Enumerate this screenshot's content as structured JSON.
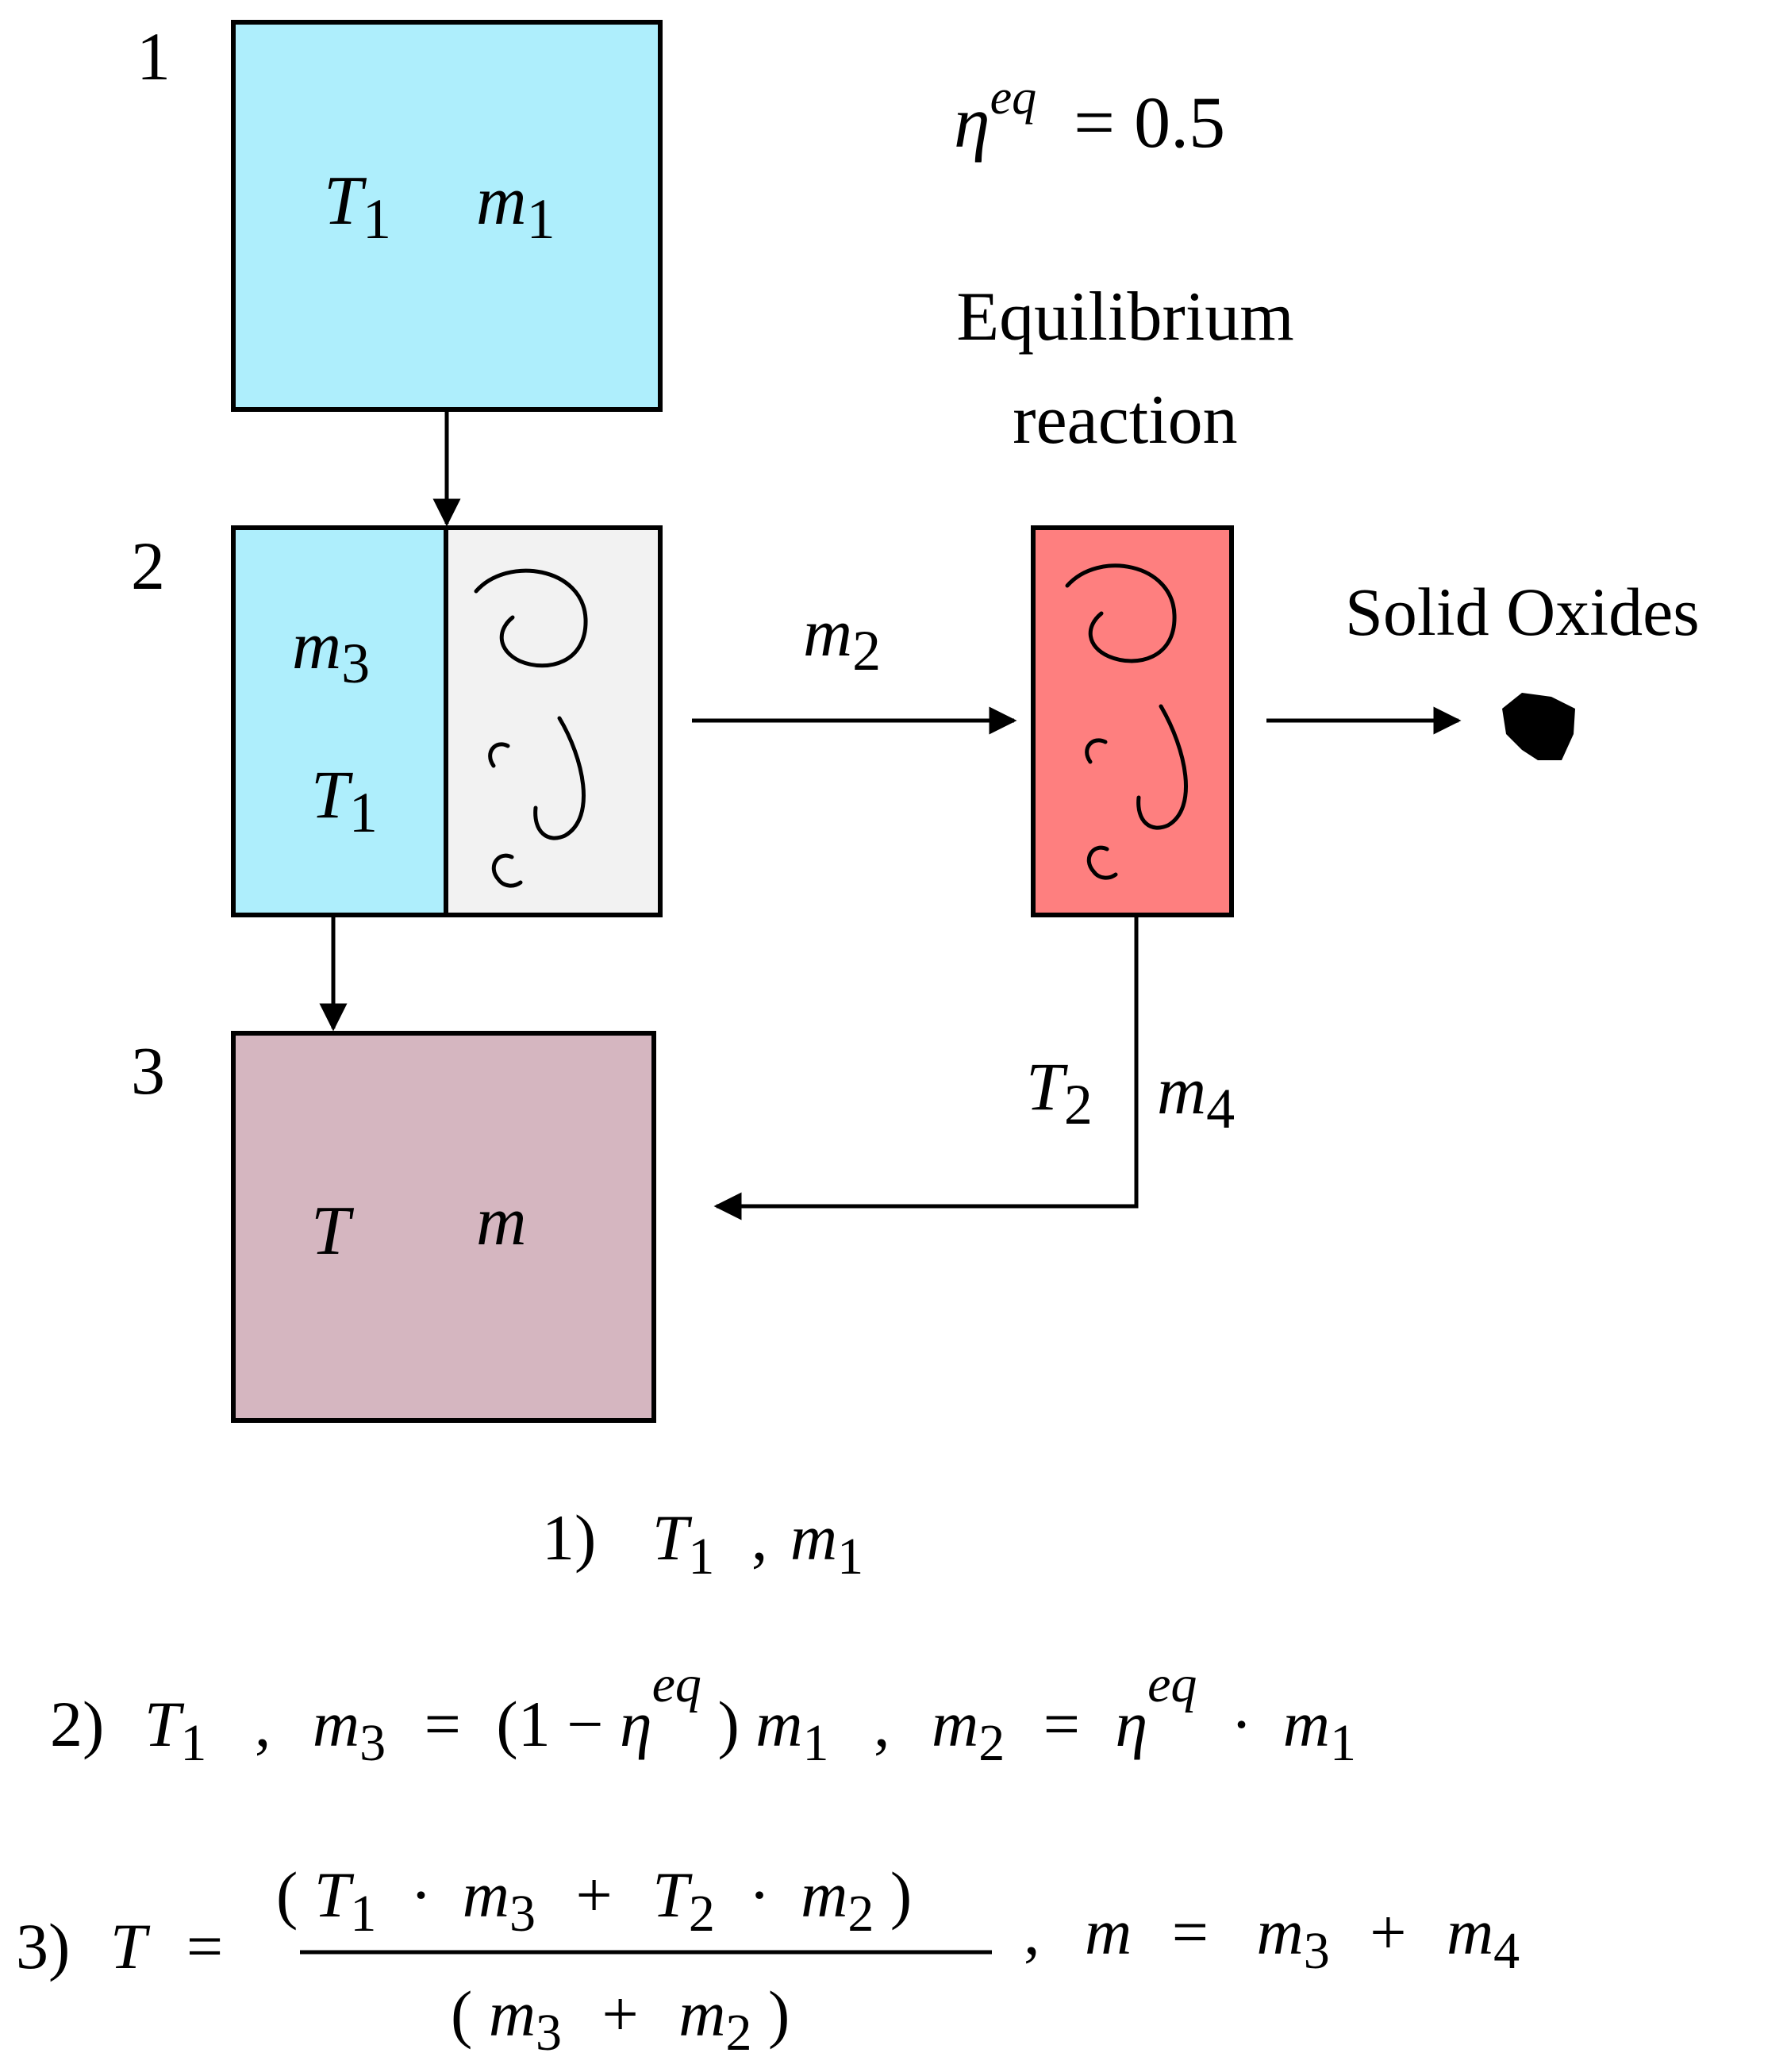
{
  "labels": {
    "step1": "1",
    "step2": "2",
    "step3": "3",
    "eta_symbol": "η",
    "eta_sup": "eq",
    "eta_eq": "=",
    "eta_value": "0.5",
    "equilibrium_line1": "Equilibrium",
    "equilibrium_line2": "reaction",
    "solid_oxides": "Solid Oxides"
  },
  "box1": {
    "T": "T",
    "T_sub": "1",
    "m": "m",
    "m_sub": "1"
  },
  "box2": {
    "m": "m",
    "m_sub": "3",
    "T": "T",
    "T_sub": "1"
  },
  "box3": {
    "T": "T",
    "m": "m"
  },
  "flow_m2": {
    "m": "m",
    "sub": "2"
  },
  "flow_T2m4": {
    "T": "T",
    "T_sub": "2",
    "m": "m",
    "m_sub": "4"
  },
  "equations": {
    "eq1": {
      "num": "1)",
      "a": "T",
      "a_sub": "1",
      "comma": ",",
      "b": "m",
      "b_sub": "1"
    },
    "eq2": {
      "num": "2)",
      "T": "T",
      "T_sub": "1",
      "c1": ",",
      "m3": "m",
      "m3_sub": "3",
      "eq": "=",
      "open": "(1 − ",
      "eta": "η",
      "eta_sup": "eq",
      "close": ")",
      "m1": "m",
      "m1_sub": "1",
      "c2": ",",
      "m2": "m",
      "m2_sub": "2",
      "eq2": "=",
      "eta2": "η",
      "eta2_sup": "eq",
      "dot": "·",
      "m1b": "m",
      "m1b_sub": "1"
    },
    "eq3": {
      "num": "3)",
      "T": "T",
      "eq": "=",
      "num_open": "(",
      "n_T1": "T",
      "n_T1_sub": "1",
      "n_dot1": "·",
      "n_m3": "m",
      "n_m3_sub": "3",
      "n_plus": "+",
      "n_T2": "T",
      "n_T2_sub": "2",
      "n_dot2": "·",
      "n_m2": "m",
      "n_m2_sub": "2",
      "num_close": ")",
      "den_open": "(",
      "d_m3": "m",
      "d_m3_sub": "3",
      "d_plus": "+",
      "d_m2": "m",
      "d_m2_sub": "2",
      "den_close": ")",
      "comma": ",",
      "m": "m",
      "eq2": "=",
      "r_m3": "m",
      "r_m3_sub": "3",
      "r_plus": "+",
      "r_m4": "m",
      "r_m4_sub": "4"
    }
  },
  "colors": {
    "cyan": "#aeeefc",
    "grey": "#f2f2f2",
    "red": "#fe7f7f",
    "mauve": "#d5b6c0",
    "stroke": "#000000"
  }
}
